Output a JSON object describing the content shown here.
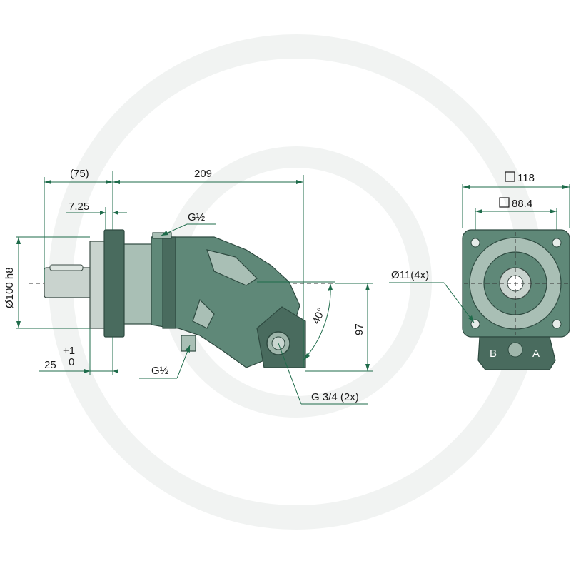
{
  "watermark": {
    "color": "#f1f3f2"
  },
  "colors": {
    "dimension_line": "#1e6b4a",
    "pump_body": "#5f8878",
    "pump_dark": "#496b5e",
    "shaft": "#c9d3ce"
  },
  "side_view": {
    "dim_75": "(75)",
    "dim_209": "209",
    "dim_7_25": "7.25",
    "dim_g_half_top": "G½",
    "dim_g_half_bottom": "G½",
    "dim_diameter_100": "Ø100 h8",
    "dim_25": "25",
    "dim_tol_plus": "+1",
    "dim_tol_zero": "0",
    "dim_angle": "40°",
    "dim_97": "97",
    "dim_g_3_4": "G 3/4  (2x)"
  },
  "front_view": {
    "dim_118": "118",
    "dim_88_4": "88.4",
    "dim_hole": "Ø11(4x)",
    "port_b": "B",
    "port_a": "A"
  }
}
